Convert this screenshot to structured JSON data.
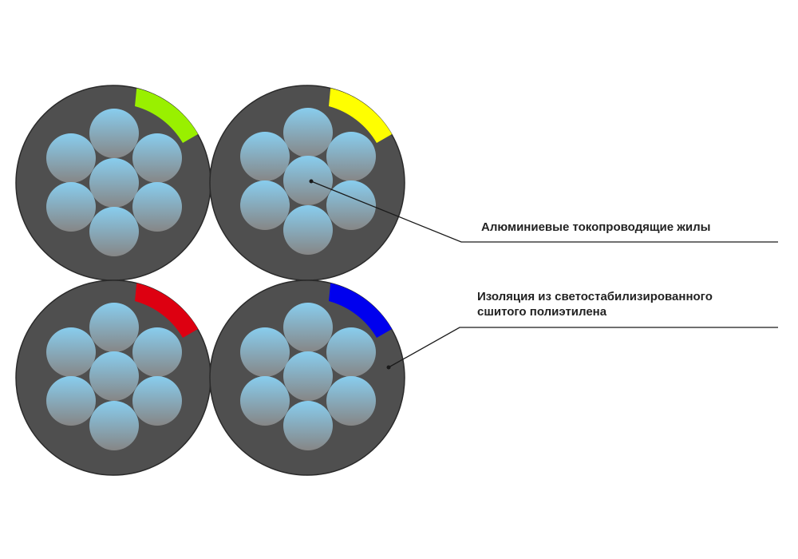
{
  "labels": {
    "conductors": "Алюминиевые токопроводящие жилы",
    "insulation_line1": "Изоляция из светостабилизированного",
    "insulation_line2": "сшитого полиэтилена"
  },
  "cables": [
    {
      "id": "top-left",
      "marker_color": "#99f000"
    },
    {
      "id": "top-right",
      "marker_color": "#ffff00"
    },
    {
      "id": "bottom-left",
      "marker_color": "#dd0011"
    },
    {
      "id": "bottom-right",
      "marker_color": "#0000ee"
    }
  ],
  "colors": {
    "insulation": "#4f4f4f",
    "insulation_outline": "#2a2a2a",
    "strand_top": "#88cdee",
    "strand_bottom": "#868686",
    "leader_line": "#1a1a1a"
  },
  "strands_per_cable": 7
}
